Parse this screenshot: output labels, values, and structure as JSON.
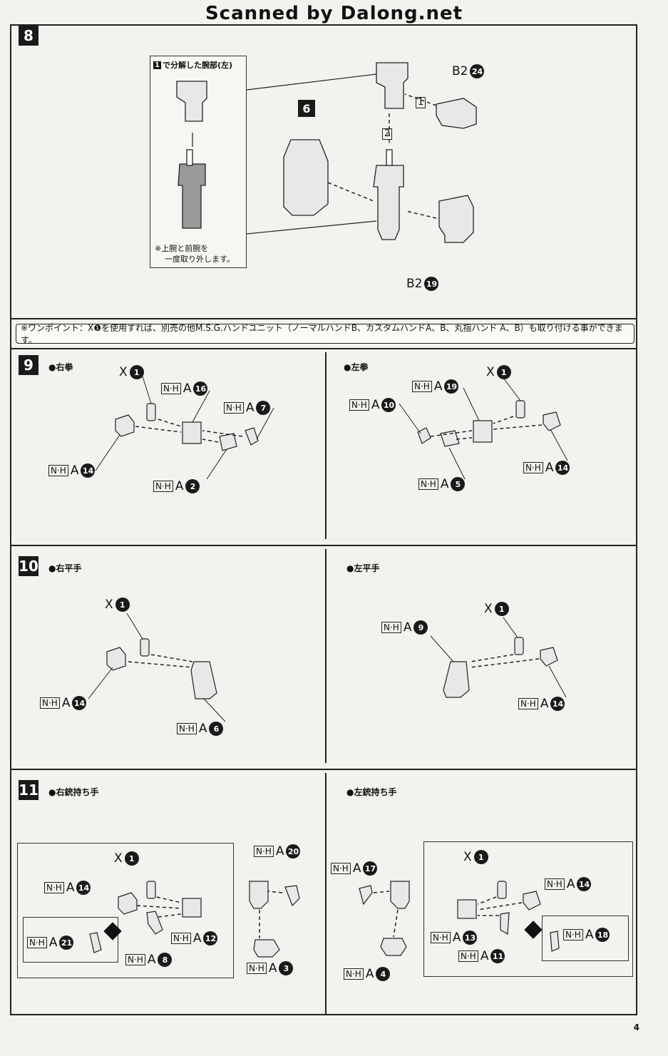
{
  "watermark": "Scanned by Dalong.net",
  "page_number": "4",
  "note": "※ワンポイント：X❶を使用すれば、別売の他M.S.G.ハンドユニット（ノーマルハンドB、カスタムハンドA、B、丸指ハンド A、B）も取り付ける事ができます。",
  "step8": {
    "number": "8",
    "inset_title_num": "1",
    "inset_title": "で分解した腕部(左)",
    "inset_caption_1": "※上腕と前腕を",
    "inset_caption_2": "一度取り外します。",
    "callout": "6",
    "seq1": "1",
    "seq2": "2",
    "partB2a_prefix": "B2",
    "partB2a_num": "24",
    "partB2b_prefix": "B2",
    "partB2b_num": "19"
  },
  "step9": {
    "number": "9",
    "right_title": "●右拳",
    "left_title": "●左拳",
    "right": {
      "x": "X",
      "x_num": "1",
      "p16": "16",
      "p7": "7",
      "p14": "14",
      "p2": "2"
    },
    "left": {
      "x": "X",
      "x_num": "1",
      "p19": "19",
      "p10": "10",
      "p14": "14",
      "p5": "5"
    }
  },
  "step10": {
    "number": "10",
    "right_title": "●右平手",
    "left_title": "●左平手",
    "right": {
      "x": "X",
      "x_num": "1",
      "p14": "14",
      "p6": "6"
    },
    "left": {
      "x": "X",
      "x_num": "1",
      "p9": "9",
      "p14": "14"
    }
  },
  "step11": {
    "number": "11",
    "right_title": "●右銃持ち手",
    "left_title": "●左銃持ち手",
    "right": {
      "x": "X",
      "x_num": "1",
      "p14": "14",
      "p21": "21",
      "p8": "8",
      "p12": "12",
      "p20": "20",
      "p3": "3"
    },
    "left": {
      "x": "X",
      "x_num": "1",
      "p17": "17",
      "p14": "14",
      "p13": "13",
      "p11": "11",
      "p18": "18",
      "p4": "4"
    }
  },
  "nh_label": "N·H",
  "a_label": "A"
}
